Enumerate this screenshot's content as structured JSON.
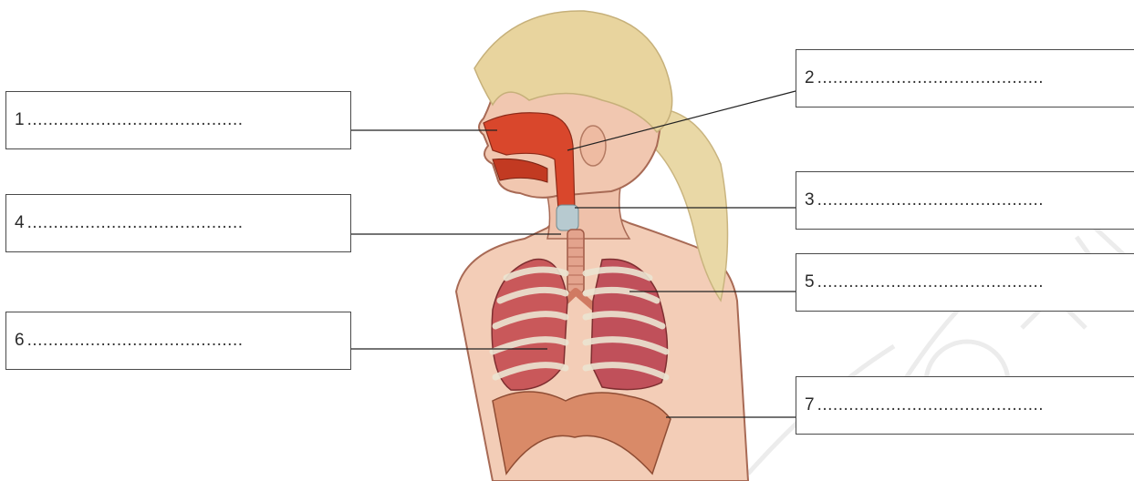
{
  "diagram": {
    "labels": [
      {
        "id": "1",
        "number": "1",
        "blank": "........................................."
      },
      {
        "id": "2",
        "number": "2",
        "blank": "..........................................."
      },
      {
        "id": "3",
        "number": "3",
        "blank": "..........................................."
      },
      {
        "id": "4",
        "number": "4",
        "blank": "........................................."
      },
      {
        "id": "5",
        "number": "5",
        "blank": "..........................................."
      },
      {
        "id": "6",
        "number": "6",
        "blank": "........................................."
      },
      {
        "id": "7",
        "number": "7",
        "blank": "..........................................."
      }
    ]
  },
  "colors": {
    "skin": "#f1c9b3",
    "hair": "#e6d29c",
    "airway": "#d9472c",
    "lung": "#c9585a",
    "rib": "#ece5d2",
    "diaphragm": "#d98a68",
    "line": "#222222",
    "watermark": "#e8e8e8"
  }
}
